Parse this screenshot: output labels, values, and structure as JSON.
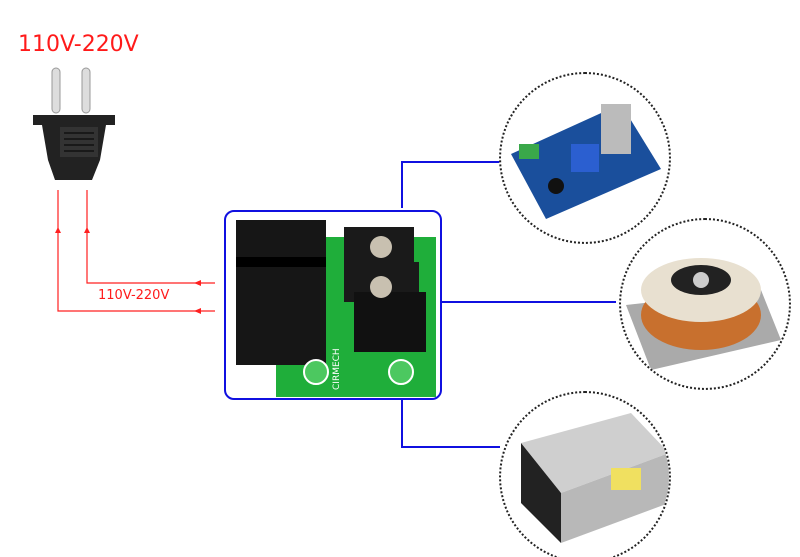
{
  "diagram": {
    "input_voltage_title": "110V-220V",
    "wire_voltage_label": "110V-220V",
    "board_silkscreen": "CIRMECH",
    "colors": {
      "wire": "#ff1a1a",
      "connector": "#1010e0",
      "pcb": "#1fae3a"
    }
  }
}
